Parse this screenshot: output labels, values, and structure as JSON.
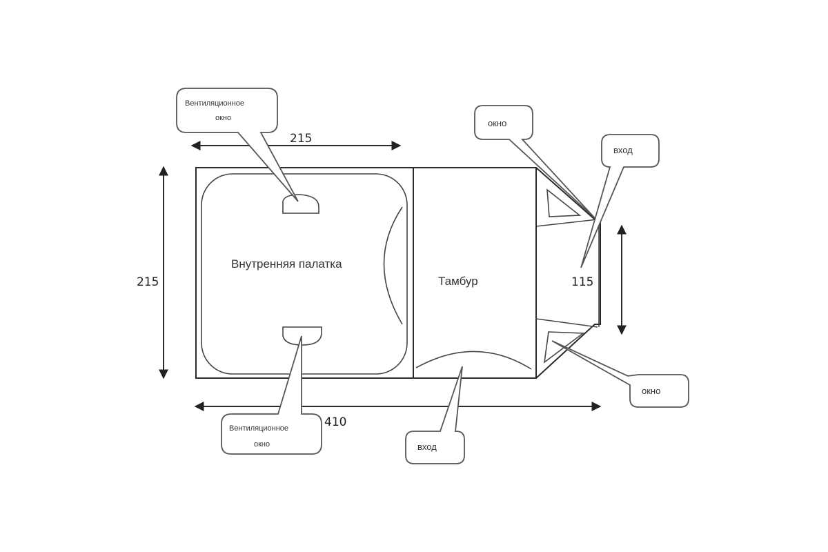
{
  "diagram": {
    "title": "Tent floor plan",
    "areas": {
      "inner_tent": "Внутренняя палатка",
      "vestibule": "Тамбур"
    },
    "dimensions": {
      "inner_width": "215",
      "inner_height": "215",
      "total_length": "410",
      "entrance_width": "115"
    },
    "callouts": {
      "vent_top_line1": "Вентиляционное",
      "vent_top_line2": "окно",
      "vent_bottom_line1": "Вентиляционное",
      "vent_bottom_line2": "окно",
      "window_top": "окно",
      "window_bottom": "окно",
      "entrance_right": "вход",
      "entrance_bottom": "вход"
    },
    "colors": {
      "line": "#2a2a2a",
      "background": "#ffffff"
    }
  }
}
